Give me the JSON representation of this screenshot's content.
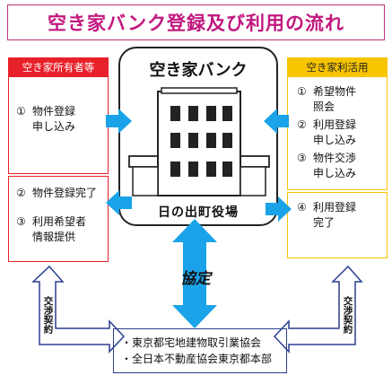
{
  "title": "空き家バンク登録及び利用の流れ",
  "owner": {
    "header": "空き家所有者等",
    "top_items": [
      {
        "num": "①",
        "lines": [
          "物件登録",
          "申し込み"
        ]
      }
    ],
    "bottom_items": [
      {
        "num": "②",
        "lines": [
          "物件登録完了"
        ]
      },
      {
        "num": "③",
        "lines": [
          "利用希望者",
          "情報提供"
        ]
      }
    ]
  },
  "user": {
    "header": "空き家利活用",
    "top_items": [
      {
        "num": "①",
        "lines": [
          "希望物件",
          "照会"
        ]
      },
      {
        "num": "②",
        "lines": [
          "利用登録",
          "申し込み"
        ]
      },
      {
        "num": "③",
        "lines": [
          "物件交渉",
          "申し込み"
        ]
      }
    ],
    "bottom_items": [
      {
        "num": "④",
        "lines": [
          "利用登録",
          "完了"
        ]
      }
    ]
  },
  "bank": {
    "title": "空き家バンク",
    "office": "日の出町役場",
    "building_icon": "office-building-icon"
  },
  "agreement_label": "協定",
  "negotiation_label": "交渉契約",
  "associations": [
    "・東京都宅地建物取引業協会",
    "・全日本不動産協会東京都本部"
  ],
  "colors": {
    "title_text": "#c2187f",
    "title_border": "#c0307a",
    "owner": "#e8202a",
    "user": "#f7c400",
    "arrow_blue": "#1aa3e8",
    "assoc_border": "#2a3f8f"
  }
}
